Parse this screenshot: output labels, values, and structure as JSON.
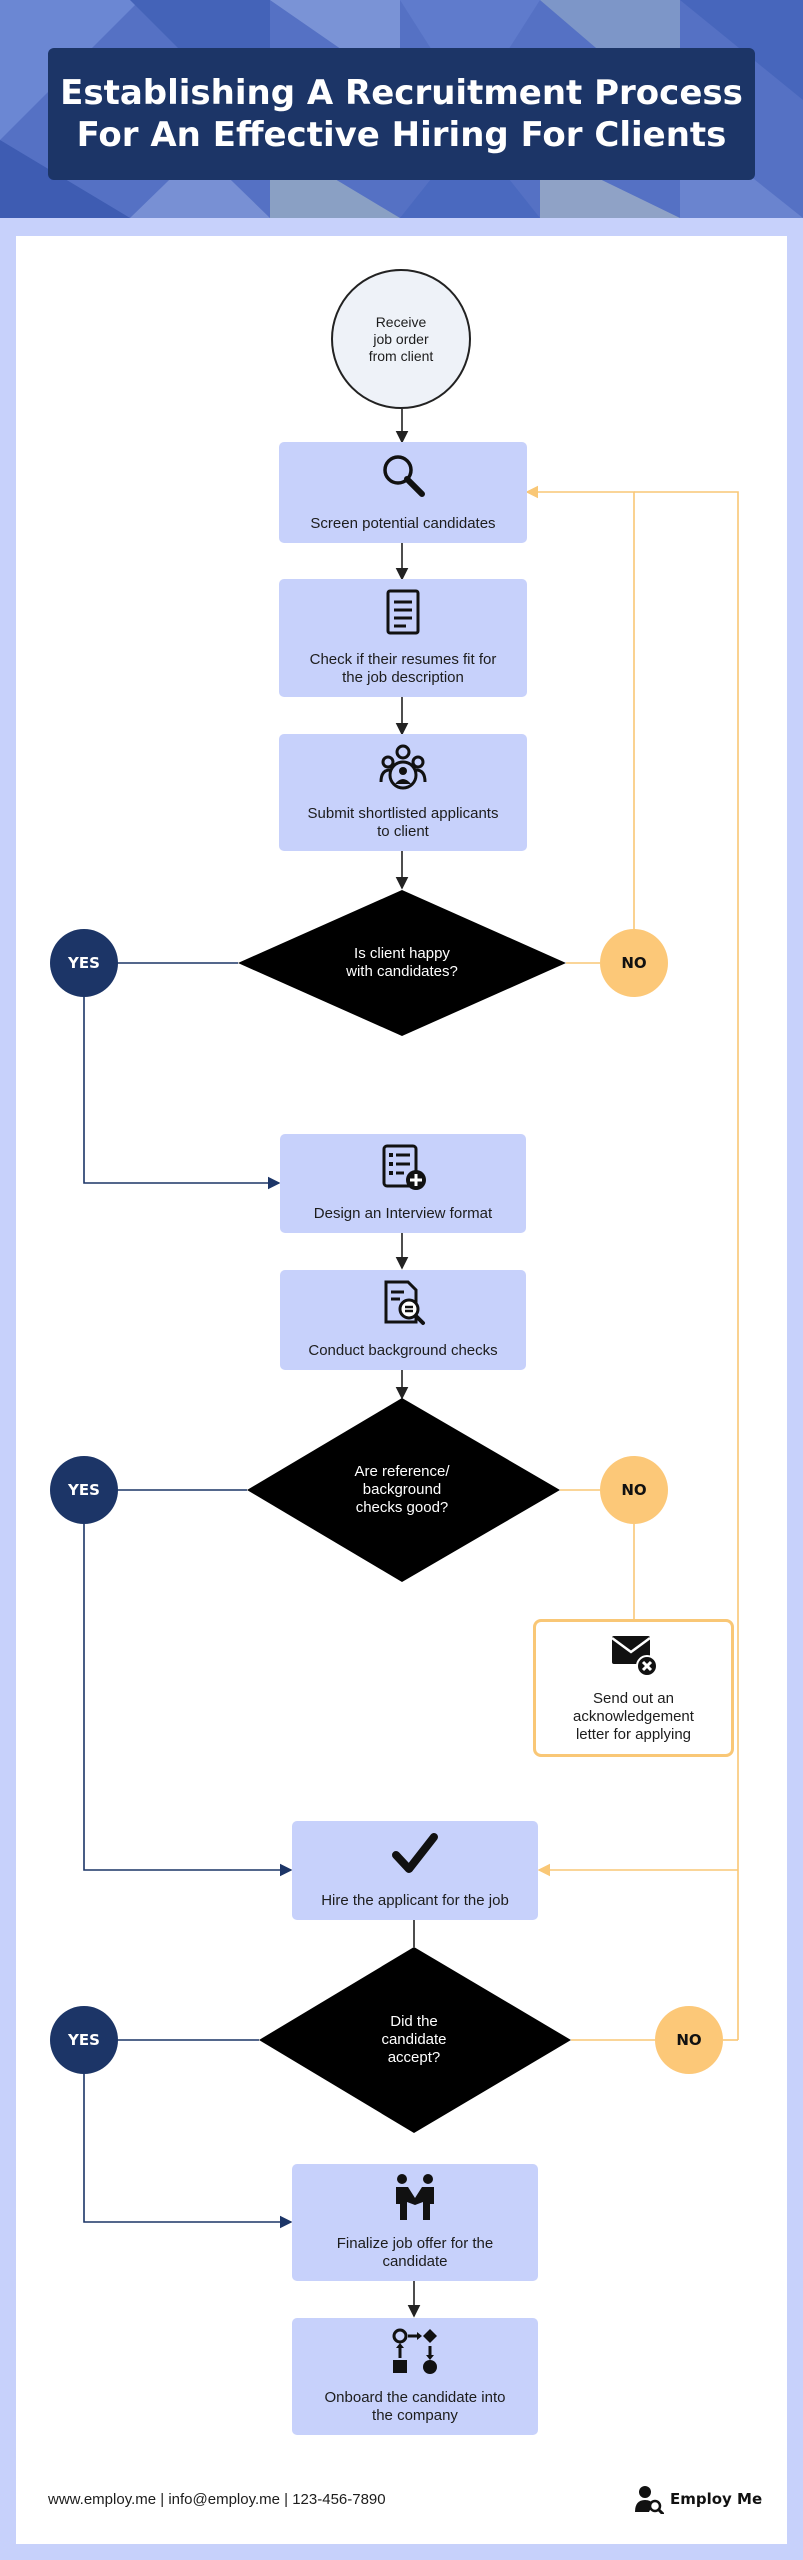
{
  "title": "Establishing A Recruitment Process\nFor An Effective Hiring For Clients",
  "colors": {
    "navy": "#1c3567",
    "step_fill": "#c7d1fb",
    "no_orange": "#fcc878",
    "no_line": "#f9c776",
    "decision_fill": "#000000",
    "yes_line": "#1c3567"
  },
  "flow": {
    "start": "Receive\njob order\nfrom client",
    "steps": {
      "screen": {
        "label": "Screen potential candidates",
        "icon": "magnifier-icon"
      },
      "check_resumes": {
        "label": "Check if their resumes fit for\nthe job description",
        "icon": "document-icon"
      },
      "submit_shortlist": {
        "label": "Submit shortlisted applicants\nto client",
        "icon": "team-icon"
      },
      "design_interview": {
        "label": "Design an Interview format",
        "icon": "form-add-icon"
      },
      "background_checks": {
        "label": "Conduct background checks",
        "icon": "document-search-icon"
      },
      "send_letter": {
        "label": "Send out an\nacknowledgement\nletter for applying",
        "icon": "envelope-x-icon"
      },
      "hire": {
        "label": "Hire the applicant for the job",
        "icon": "checkmark-icon"
      },
      "finalize_offer": {
        "label": "Finalize job offer for the\ncandidate",
        "icon": "handshake-icon"
      },
      "onboard": {
        "label": "Onboard the candidate into\nthe company",
        "icon": "process-shapes-icon"
      }
    },
    "decisions": {
      "client_happy": "Is client happy\nwith candidates?",
      "references_good": "Are reference/\nbackground\nchecks good?",
      "candidate_accept": "Did the\ncandidate\naccept?"
    },
    "yes_label": "YES",
    "no_label": "NO"
  },
  "footer": {
    "contact": "www.employ.me | info@employ.me | 123-456-7890",
    "brand": "Employ Me"
  }
}
